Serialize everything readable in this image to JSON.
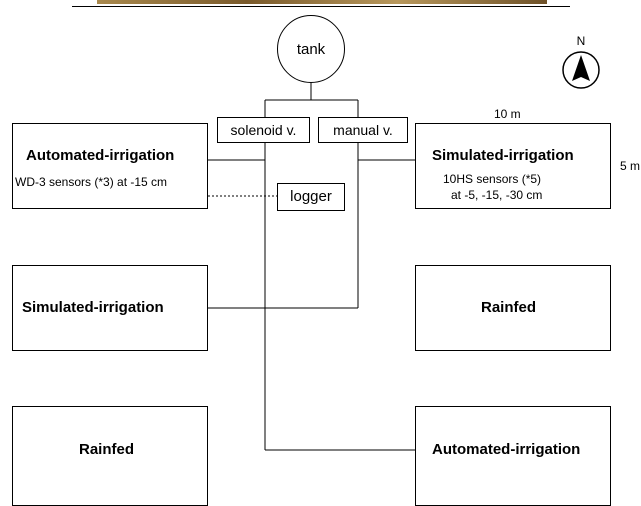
{
  "tank_label": "tank",
  "compass_label": "N",
  "valves": {
    "solenoid": "solenoid v.",
    "manual": "manual v."
  },
  "logger_label": "logger",
  "dimensions": {
    "width": "10 m",
    "height": "5 m"
  },
  "plots": {
    "top_left": {
      "title": "Automated-irrigation",
      "note": "WD-3 sensors (*3) at -15 cm"
    },
    "top_right": {
      "title": "Simulated-irrigation",
      "note1": "10HS sensors (*5)",
      "note2": "at -5, -15, -30 cm"
    },
    "mid_left": {
      "title": "Simulated-irrigation"
    },
    "mid_right": {
      "title": "Rainfed"
    },
    "bot_left": {
      "title": "Rainfed"
    },
    "bot_right": {
      "title": "Automated-irrigation"
    }
  }
}
